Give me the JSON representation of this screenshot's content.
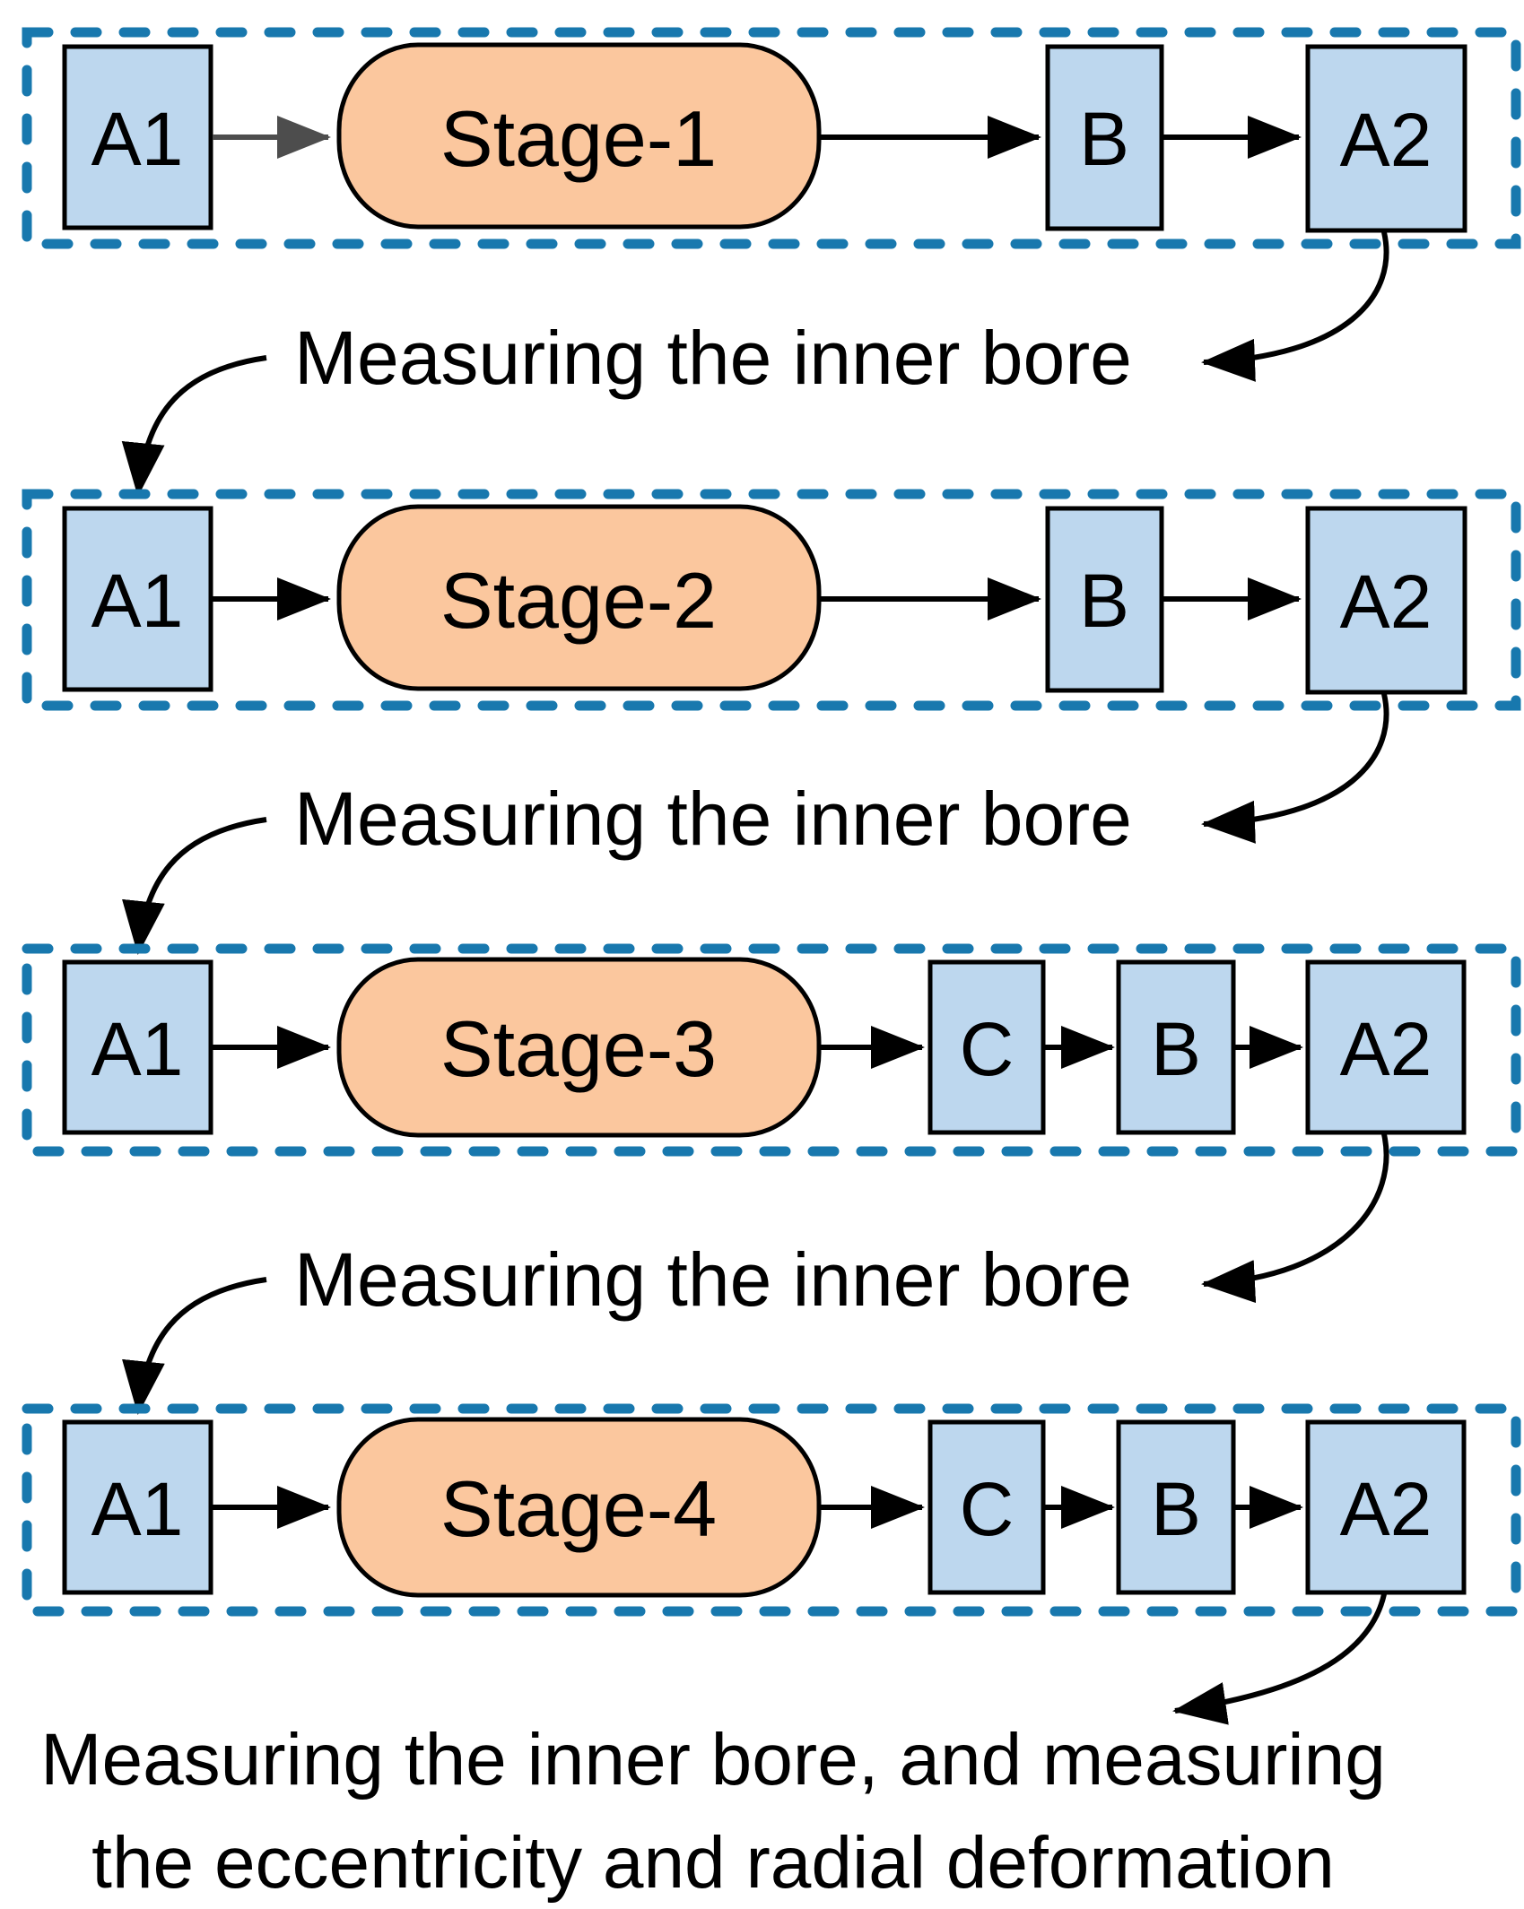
{
  "colors": {
    "background": "#FFFFFF",
    "dashed_border": "#1878AE",
    "process_box_fill": "#BDD7EE",
    "stage_fill": "#FBC79E",
    "outline": "#000000",
    "first_arrow_gray": "#4D4D4D"
  },
  "stages": [
    {
      "input": "A1",
      "stage": "Stage-1",
      "outputs": [
        "B",
        "A2"
      ]
    },
    {
      "input": "A1",
      "stage": "Stage-2",
      "outputs": [
        "B",
        "A2"
      ]
    },
    {
      "input": "A1",
      "stage": "Stage-3",
      "outputs": [
        "C",
        "B",
        "A2"
      ]
    },
    {
      "input": "A1",
      "stage": "Stage-4",
      "outputs": [
        "C",
        "B",
        "A2"
      ]
    }
  ],
  "annotations": {
    "between_1_2": "Measuring the inner bore",
    "between_2_3": "Measuring the inner bore",
    "between_3_4": "Measuring the inner bore",
    "bottom_line1": "Measuring the inner bore, and measuring",
    "bottom_line2": "the eccentricity and radial deformation"
  }
}
